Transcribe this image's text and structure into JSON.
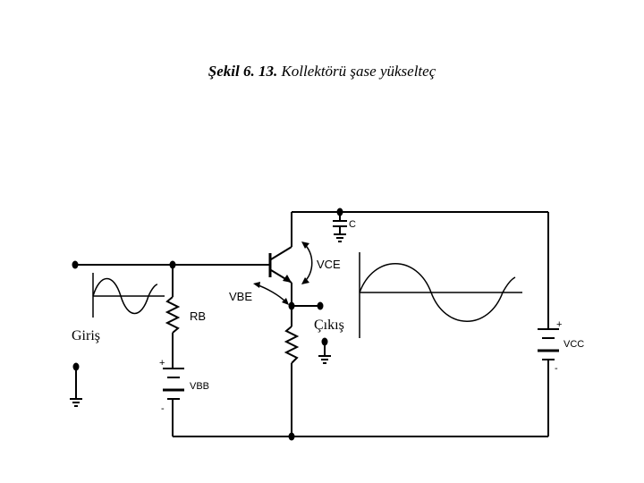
{
  "caption": {
    "number": "Şekil 6. 13.",
    "text": "Kollektörü şase yükselteç"
  },
  "labels": {
    "capacitor": "C",
    "vce": "VCE",
    "vbe": "VBE",
    "rb": "RB",
    "input": "Giriş",
    "output": "Çıkış",
    "vbb": "VBB",
    "vcc": "VCC",
    "plus": "+",
    "minus": "-"
  }
}
